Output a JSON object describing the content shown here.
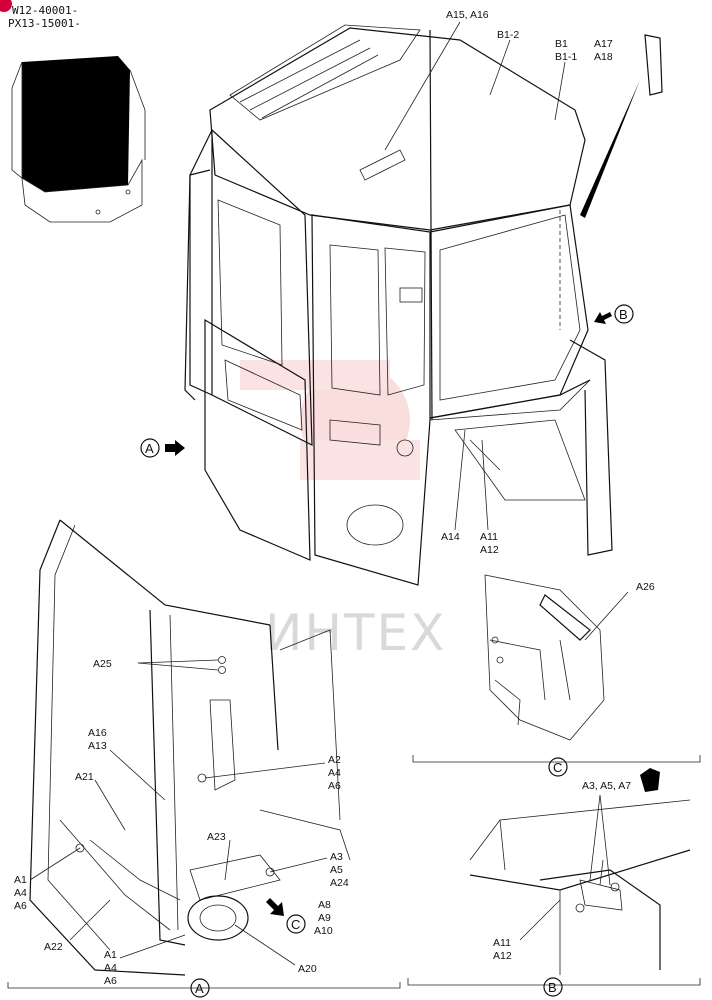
{
  "header": {
    "serial_1": "W12-40001-",
    "serial_2": "PX13-15001-"
  },
  "watermark": "ИНТЕХ",
  "callouts": {
    "a15_a16": "A15, A16",
    "b1_2": "B1-2",
    "b1": "B1",
    "b1_1": "B1-1",
    "a17": "A17",
    "a18": "A18",
    "a14": "A14",
    "a11_top": "A11",
    "a12_top": "A12",
    "a26": "A26",
    "a25": "A25",
    "a16": "A16",
    "a13": "A13",
    "a21": "A21",
    "a2": "A2",
    "a4_r": "A4",
    "a6_r": "A6",
    "a23": "A23",
    "a3": "A3",
    "a5": "A5",
    "a24": "A24",
    "a1_l": "A1",
    "a4_l": "A4",
    "a6_l": "A6",
    "a22": "A22",
    "a8": "A8",
    "a9": "A9",
    "a10": "A10",
    "a1_b": "A1",
    "a4_b": "A4",
    "a6_b": "A6",
    "a20": "A20",
    "a3_a5_a7": "A3, A5, A7",
    "a11_b": "A11",
    "a12_b": "A12"
  },
  "view_markers": {
    "a": "A",
    "b": "B",
    "c": "C"
  }
}
